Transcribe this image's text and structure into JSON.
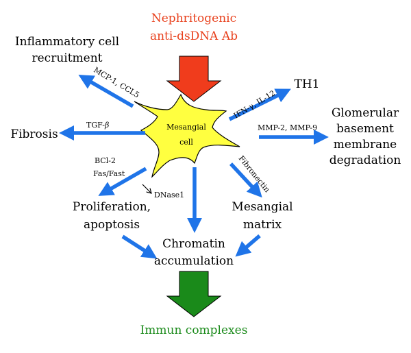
{
  "source": {
    "line1": "Nephritogenic",
    "line2": "anti-dsDNA Ab",
    "color": "#e8401c"
  },
  "center": {
    "line1": "Mesangial",
    "line2": "cell",
    "fill": "#ffff40"
  },
  "outcomes": {
    "inflammatory": {
      "line1": "Inflammatory cell",
      "line2": "recruitment"
    },
    "th1": {
      "label": "TH1"
    },
    "fibrosis": {
      "label": "Fibrosis"
    },
    "gbm": {
      "line1": "Glomerular",
      "line2": "basement",
      "line3": "membrane",
      "line4": "degradation"
    },
    "proliferation": {
      "line1": "Proliferation,",
      "line2": "apoptosis"
    },
    "matrix": {
      "line1": "Mesangial",
      "line2": "matrix"
    },
    "chromatin": {
      "line1": "Chromatin",
      "line2": "accumulation"
    },
    "immune": {
      "label": "Immun complexes",
      "color": "#1a8a1a"
    }
  },
  "mediators": {
    "mcp": "MCP-1, CCL5",
    "ifn": "IFN-γ, IL-12",
    "tgf_prefix": "TGF-",
    "tgf_symbol": "β",
    "mmp": "MMP-2, MMP-9",
    "bcl": "BCl-2",
    "fas": "Fas/Fast",
    "dnase": "DNase1",
    "fibronectin": "Fibronectin"
  },
  "colors": {
    "arrow": "#1f74e8",
    "big_arrow_top": "#f03c1c",
    "big_arrow_bottom": "#1a8a1a"
  }
}
